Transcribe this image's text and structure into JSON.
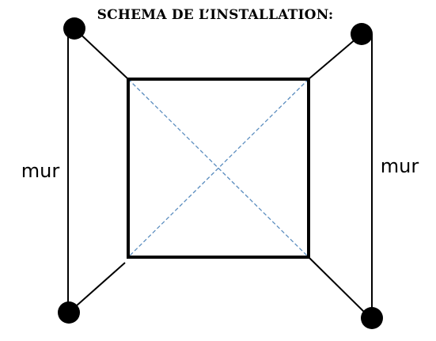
{
  "diagram": {
    "title": "SCHEMA DE L’INSTALLATION:",
    "labels": {
      "left_wall": "mur",
      "right_wall": "mur"
    },
    "colors": {
      "outline": "#000000",
      "diagonal": "#5b8dbf",
      "background": "#ffffff"
    }
  }
}
